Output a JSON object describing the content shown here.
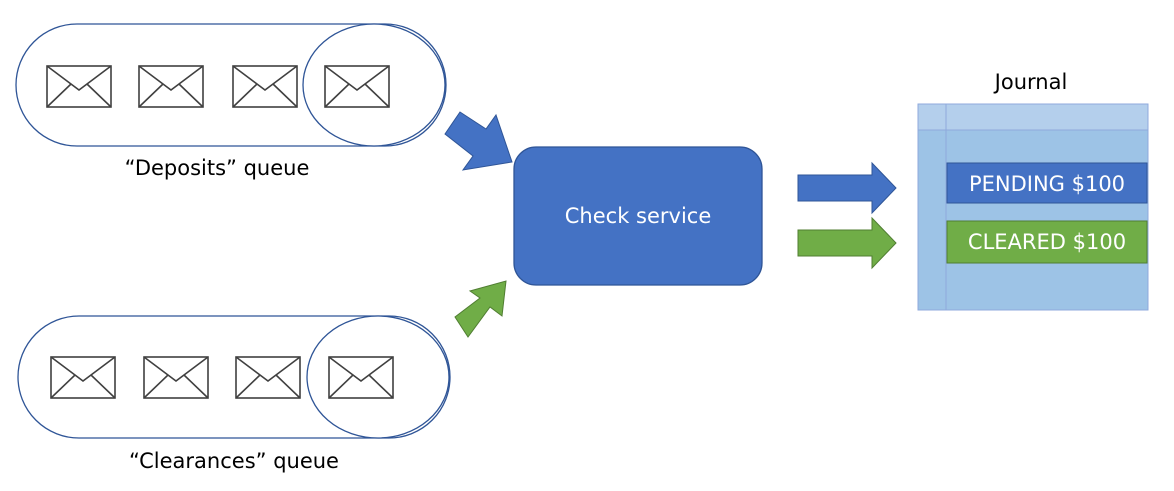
{
  "queues": {
    "deposits": {
      "label": "“Deposits” queue",
      "message_count": 4
    },
    "clearances": {
      "label": "“Clearances” queue",
      "message_count": 4
    }
  },
  "service": {
    "label": "Check service"
  },
  "journal": {
    "title": "Journal",
    "entries": [
      {
        "text": "PENDING $100",
        "color": "#4472c4"
      },
      {
        "text": "CLEARED $100",
        "color": "#70ad47"
      }
    ]
  },
  "colors": {
    "blue": "#4472c4",
    "green": "#70ad47",
    "queue_outline": "#2f5597",
    "journal_fill": "#9dc3e6",
    "journal_header": "#b4cfec"
  },
  "icons": {
    "message": "envelope-icon",
    "flow": "arrow-icon"
  }
}
